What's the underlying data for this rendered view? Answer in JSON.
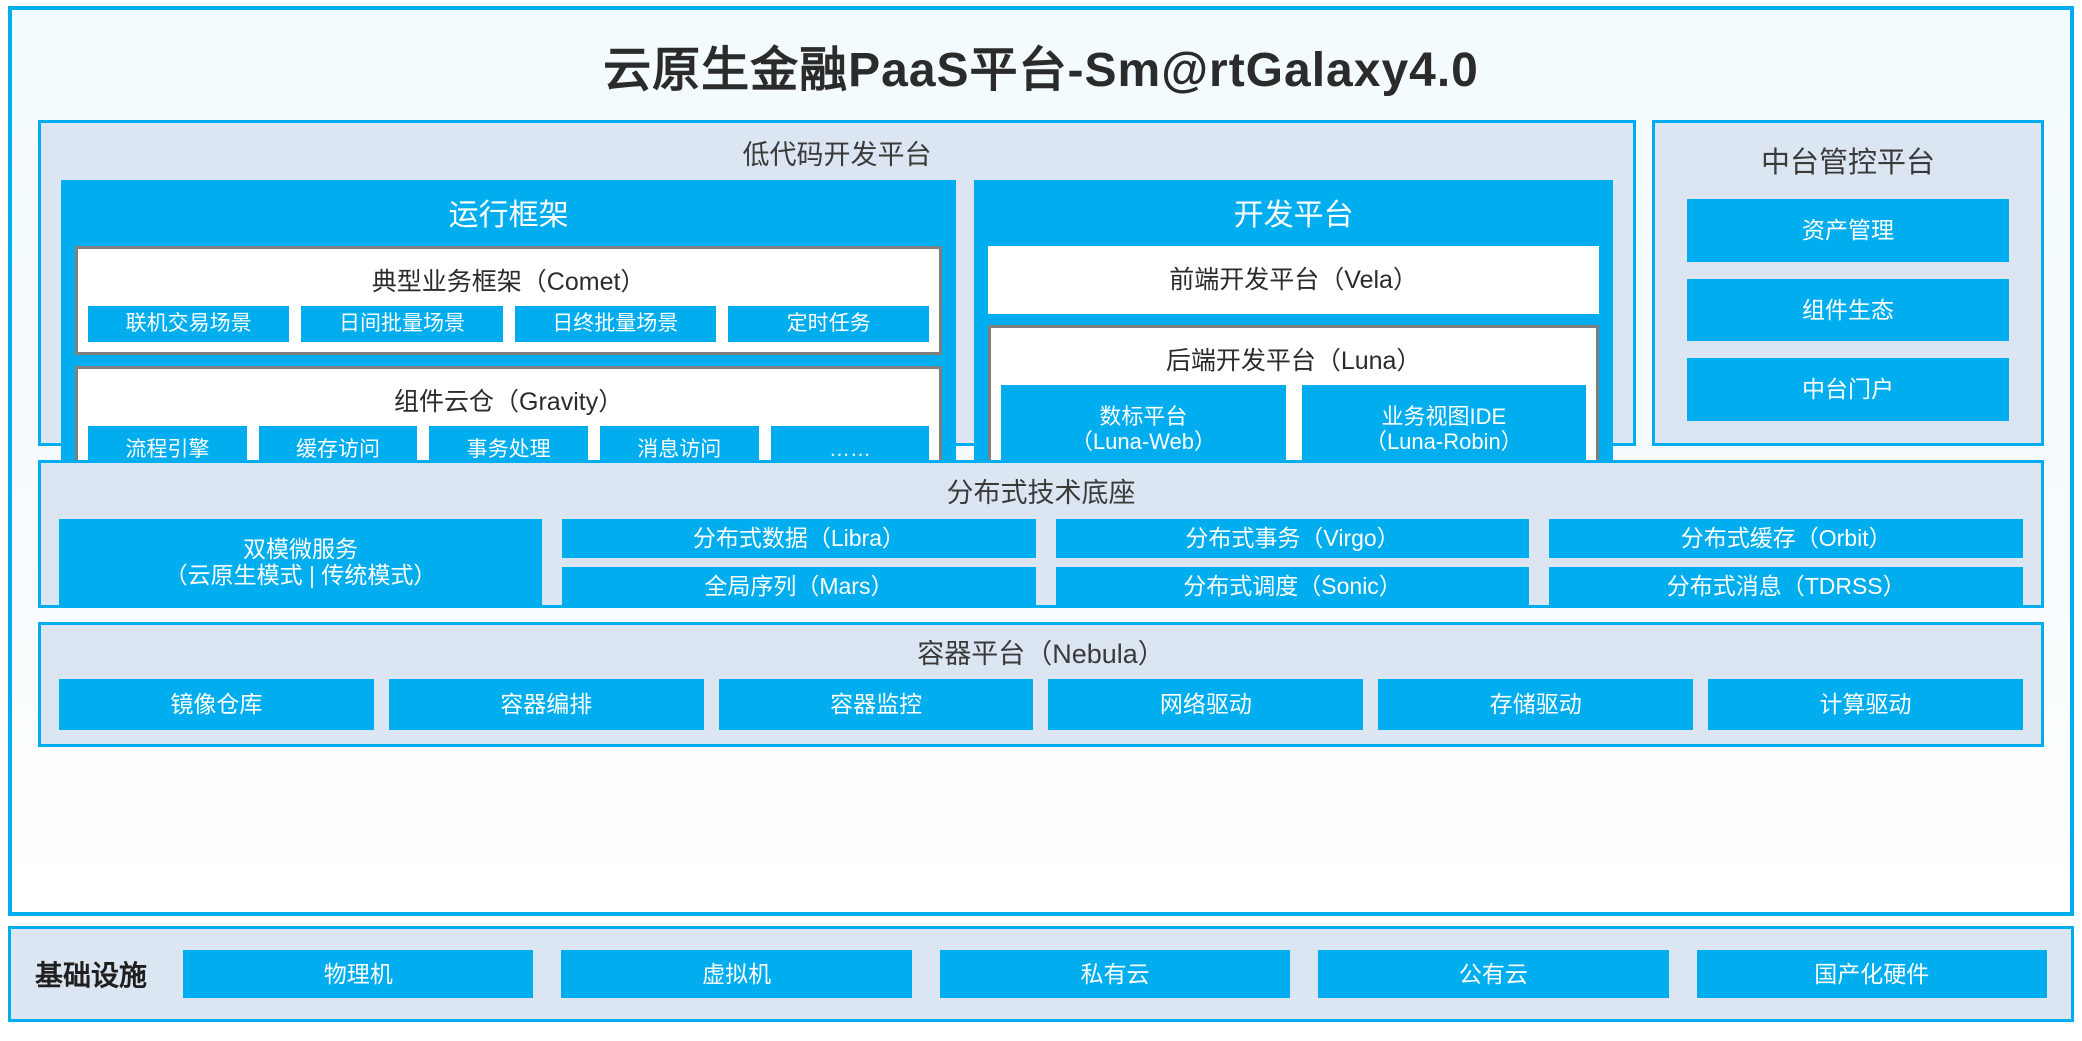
{
  "title": "云原生金融PaaS平台-Sm@rtGalaxy4.0",
  "colors": {
    "accent": "#00aeef",
    "panel_bg": "#dce6f2",
    "card_border": "#7f7f7f",
    "text": "#3a3a3a"
  },
  "lowcode": {
    "title": "低代码开发平台",
    "runtime": {
      "title": "运行框架",
      "comet": {
        "title": "典型业务框架（Comet）",
        "items": [
          "联机交易场景",
          "日间批量场景",
          "日终批量场景",
          "定时任务"
        ]
      },
      "gravity": {
        "title": "组件云仓（Gravity）",
        "items": [
          "流程引擎",
          "缓存访问",
          "事务处理",
          "消息访问",
          "……"
        ]
      }
    },
    "devplatform": {
      "title": "开发平台",
      "frontend": "前端开发平台（Vela）",
      "backend": {
        "title": "后端开发平台（Luna）",
        "items": [
          {
            "line1": "数标平台",
            "line2": "（Luna-Web）"
          },
          {
            "line1": "业务视图IDE",
            "line2": "（Luna-Robin）"
          }
        ]
      }
    }
  },
  "console": {
    "title": "中台管控平台",
    "items": [
      "资产管理",
      "组件生态",
      "中台门户"
    ]
  },
  "distributed": {
    "title": "分布式技术底座",
    "wide": {
      "line1": "双模微服务",
      "line2": "（云原生模式 | 传统模式）"
    },
    "columns": [
      [
        "分布式数据（Libra）",
        "全局序列（Mars）"
      ],
      [
        "分布式事务（Virgo）",
        "分布式调度（Sonic）"
      ],
      [
        "分布式缓存（Orbit）",
        "分布式消息（TDRSS）"
      ]
    ]
  },
  "container": {
    "title": "容器平台（Nebula）",
    "items": [
      "镜像仓库",
      "容器编排",
      "容器监控",
      "网络驱动",
      "存储驱动",
      "计算驱动"
    ]
  },
  "infrastructure": {
    "label": "基础设施",
    "items": [
      "物理机",
      "虚拟机",
      "私有云",
      "公有云",
      "国产化硬件"
    ]
  }
}
